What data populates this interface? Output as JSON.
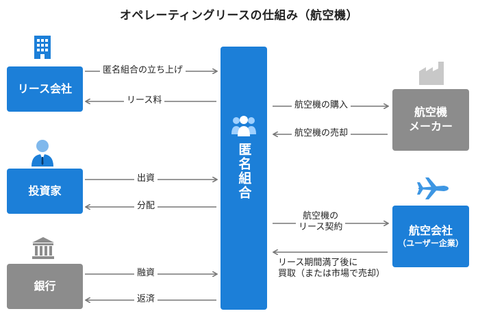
{
  "title": "オペレーティングリースの仕組み（航空機）",
  "center": {
    "label": "匿名組合"
  },
  "left": {
    "lease_company": "リース会社",
    "investor": "投資家",
    "bank": "銀行"
  },
  "right": {
    "manufacturer_line1": "航空機",
    "manufacturer_line2": "メーカー",
    "airline_line1": "航空会社",
    "airline_line2": "（ユーザー企業）"
  },
  "flows": {
    "anon_setup": "匿名組合の立ち上げ",
    "lease_fee": "リース料",
    "investment": "出資",
    "distribution": "分配",
    "loan": "融資",
    "repayment": "返済",
    "purchase": "航空機の購入",
    "sale": "航空機の売却",
    "lease_contract_line1": "航空機の",
    "lease_contract_line2": "リース契約",
    "buyback_line1": "リース期間満了後に",
    "buyback_line2": "買取（または市場で売却）"
  },
  "colors": {
    "blue": "#1c7fd8",
    "gray": "#8c8c8c",
    "arrow": "#777777"
  },
  "icons": [
    "building-icon",
    "person-icon",
    "bank-icon",
    "factory-icon",
    "airplane-icon",
    "group-icon"
  ]
}
